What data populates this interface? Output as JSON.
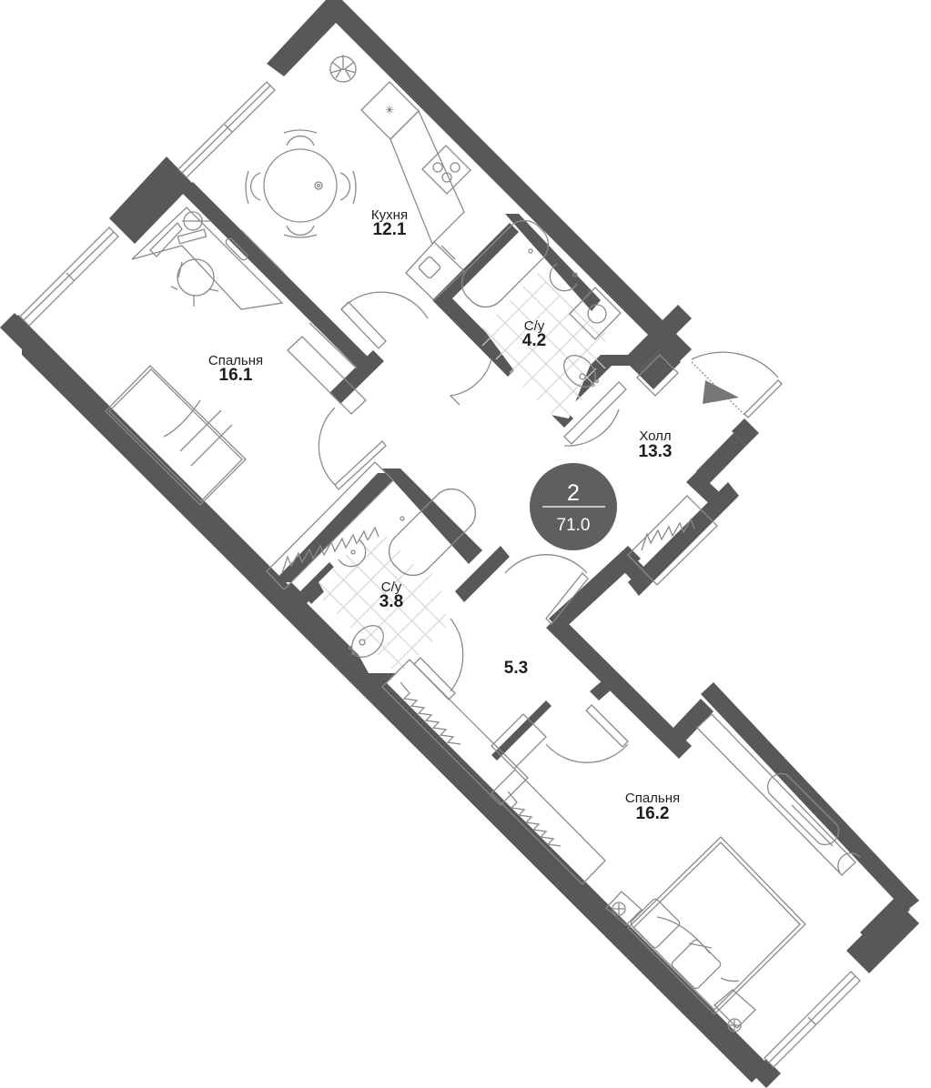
{
  "plan": {
    "summary": {
      "rooms_count": "2",
      "total_area": "71.0",
      "badge_color": "#5f5f5f"
    },
    "wall_color": "#585858",
    "rooms": [
      {
        "id": "kitchen",
        "name": "Кухня",
        "area": "12.1"
      },
      {
        "id": "bedroom-1",
        "name": "Спальня",
        "area": "16.1"
      },
      {
        "id": "bathroom-1",
        "name": "С/у",
        "area": "4.2"
      },
      {
        "id": "hall",
        "name": "Холл",
        "area": "13.3"
      },
      {
        "id": "bathroom-2",
        "name": "С/у",
        "area": "3.8"
      },
      {
        "id": "corridor",
        "name": "",
        "area": "5.3"
      },
      {
        "id": "bedroom-2",
        "name": "Спальня",
        "area": "16.2"
      }
    ],
    "icons": [
      "plant-icon",
      "fridge-icon",
      "stove-icon",
      "sink-icon",
      "dining-table-icon",
      "desk-icon",
      "office-chair-icon",
      "bed-icon",
      "bathtub-icon",
      "washbasin-icon",
      "washing-machine-icon",
      "toilet-icon",
      "wardrobe-icon",
      "nightstand-icon",
      "entrance-arrow-icon",
      "window-icon",
      "door-swing-icon"
    ]
  }
}
